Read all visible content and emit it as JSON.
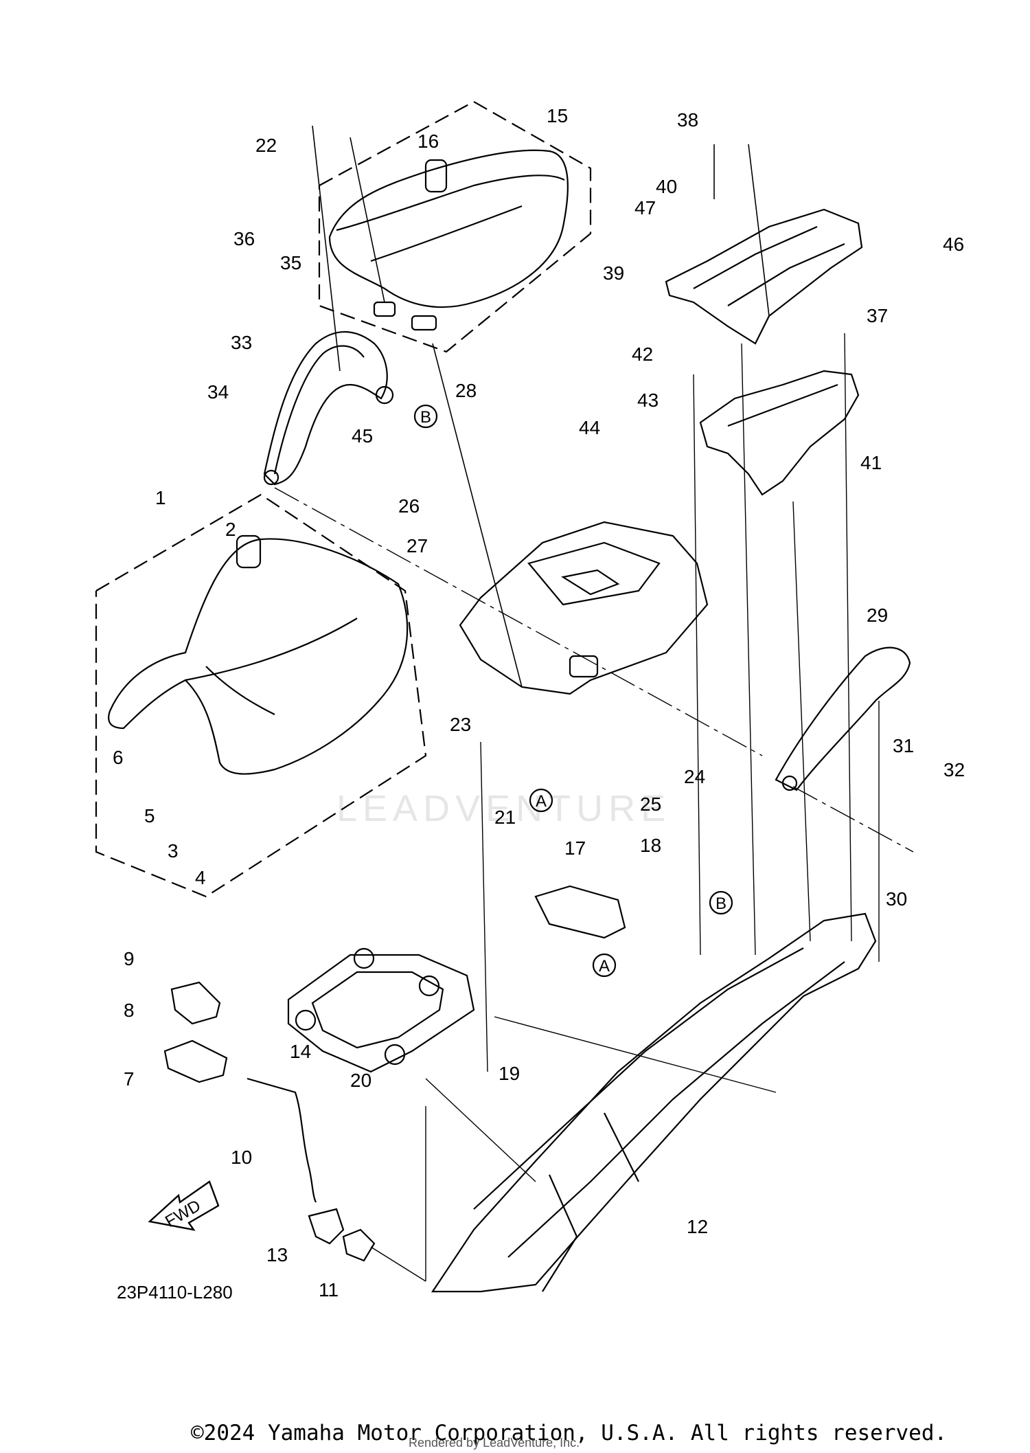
{
  "diagram": {
    "code": "23P4110-L280",
    "watermark": "LEADVENTURE",
    "fwd_label": "FWD",
    "ref_labels": {
      "a": "A",
      "b": "B"
    },
    "callouts": [
      "1",
      "2",
      "3",
      "4",
      "5",
      "6",
      "7",
      "8",
      "9",
      "10",
      "11",
      "12",
      "13",
      "14",
      "15",
      "16",
      "17",
      "18",
      "19",
      "20",
      "21",
      "22",
      "23",
      "24",
      "25",
      "26",
      "27",
      "28",
      "29",
      "30",
      "31",
      "32",
      "33",
      "34",
      "35",
      "36",
      "37",
      "38",
      "39",
      "40",
      "41",
      "42",
      "43",
      "44",
      "45",
      "46",
      "47"
    ]
  },
  "footer": {
    "copyright": "©2024 Yamaha Motor Corporation, U.S.A. All rights reserved.",
    "rendered_by": "Rendered by LeadVenture, Inc."
  }
}
